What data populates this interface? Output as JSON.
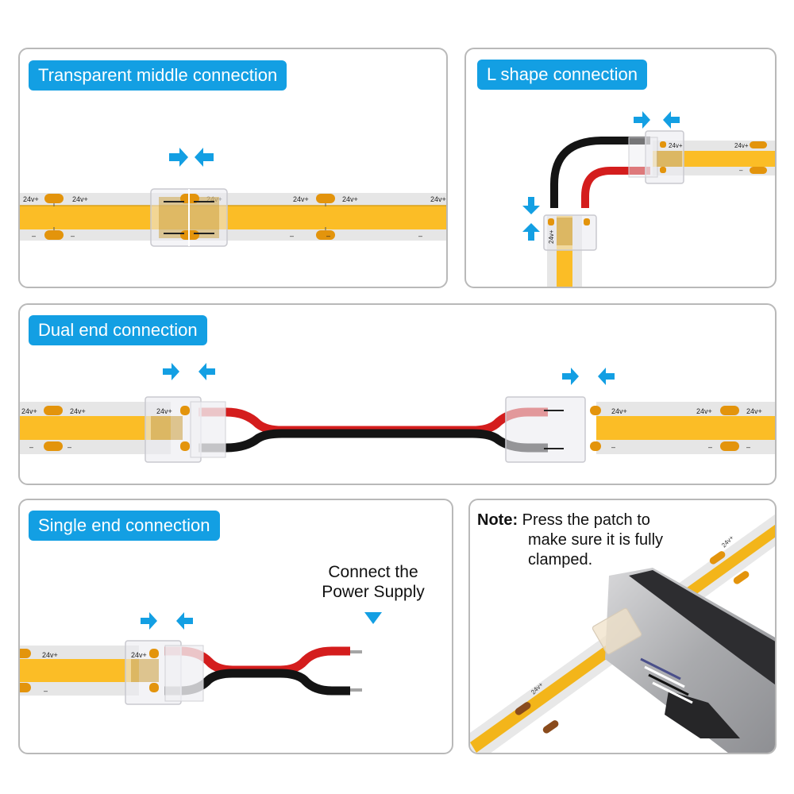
{
  "colors": {
    "label_bg": "#139fe3",
    "arrow": "#139fe3",
    "strip_base": "#e6e6e6",
    "strip_yellow": "#fbbd26",
    "pad": "#e3940c",
    "wire_red": "#d41d1d",
    "wire_black": "#141414",
    "panel_border": "#b9b9b9"
  },
  "strip_markings": {
    "positive": "24v+",
    "negative": "–"
  },
  "panels": {
    "transparent_middle": {
      "title": "Transparent middle connection"
    },
    "l_shape": {
      "title": "L shape connection"
    },
    "dual_end": {
      "title": "Dual end connection"
    },
    "single_end": {
      "title": "Single end connection",
      "callout_line1": "Connect the",
      "callout_line2": "Power Supply"
    },
    "note": {
      "prefix": "Note:",
      "line1": "Press the patch to",
      "line2": "make sure it is fully",
      "line3": "clamped."
    }
  }
}
